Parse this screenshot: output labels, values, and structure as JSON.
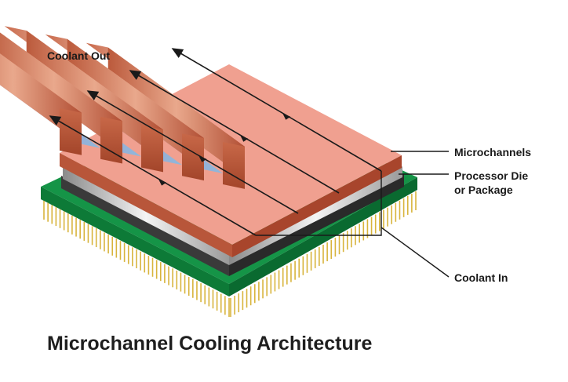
{
  "labels": {
    "coolant_out": "Coolant Out",
    "microchannels": "Microchannels",
    "processor_die_line1": "Processor Die",
    "processor_die_line2": "or Package",
    "coolant_in": "Coolant In"
  },
  "caption": "Microchannel Cooling Architecture",
  "colors": {
    "copper_top": "#d98a6c",
    "copper_front": "#b8563a",
    "copper_side": "#a8452c",
    "channel_blue": "#9ec3df",
    "pcb_green": "#159447",
    "pin_gold": "#d8b43c",
    "die_gray": "#3a3a3a",
    "silver": "#e8e8e8",
    "line": "#1a1a1a"
  },
  "fins": 5
}
